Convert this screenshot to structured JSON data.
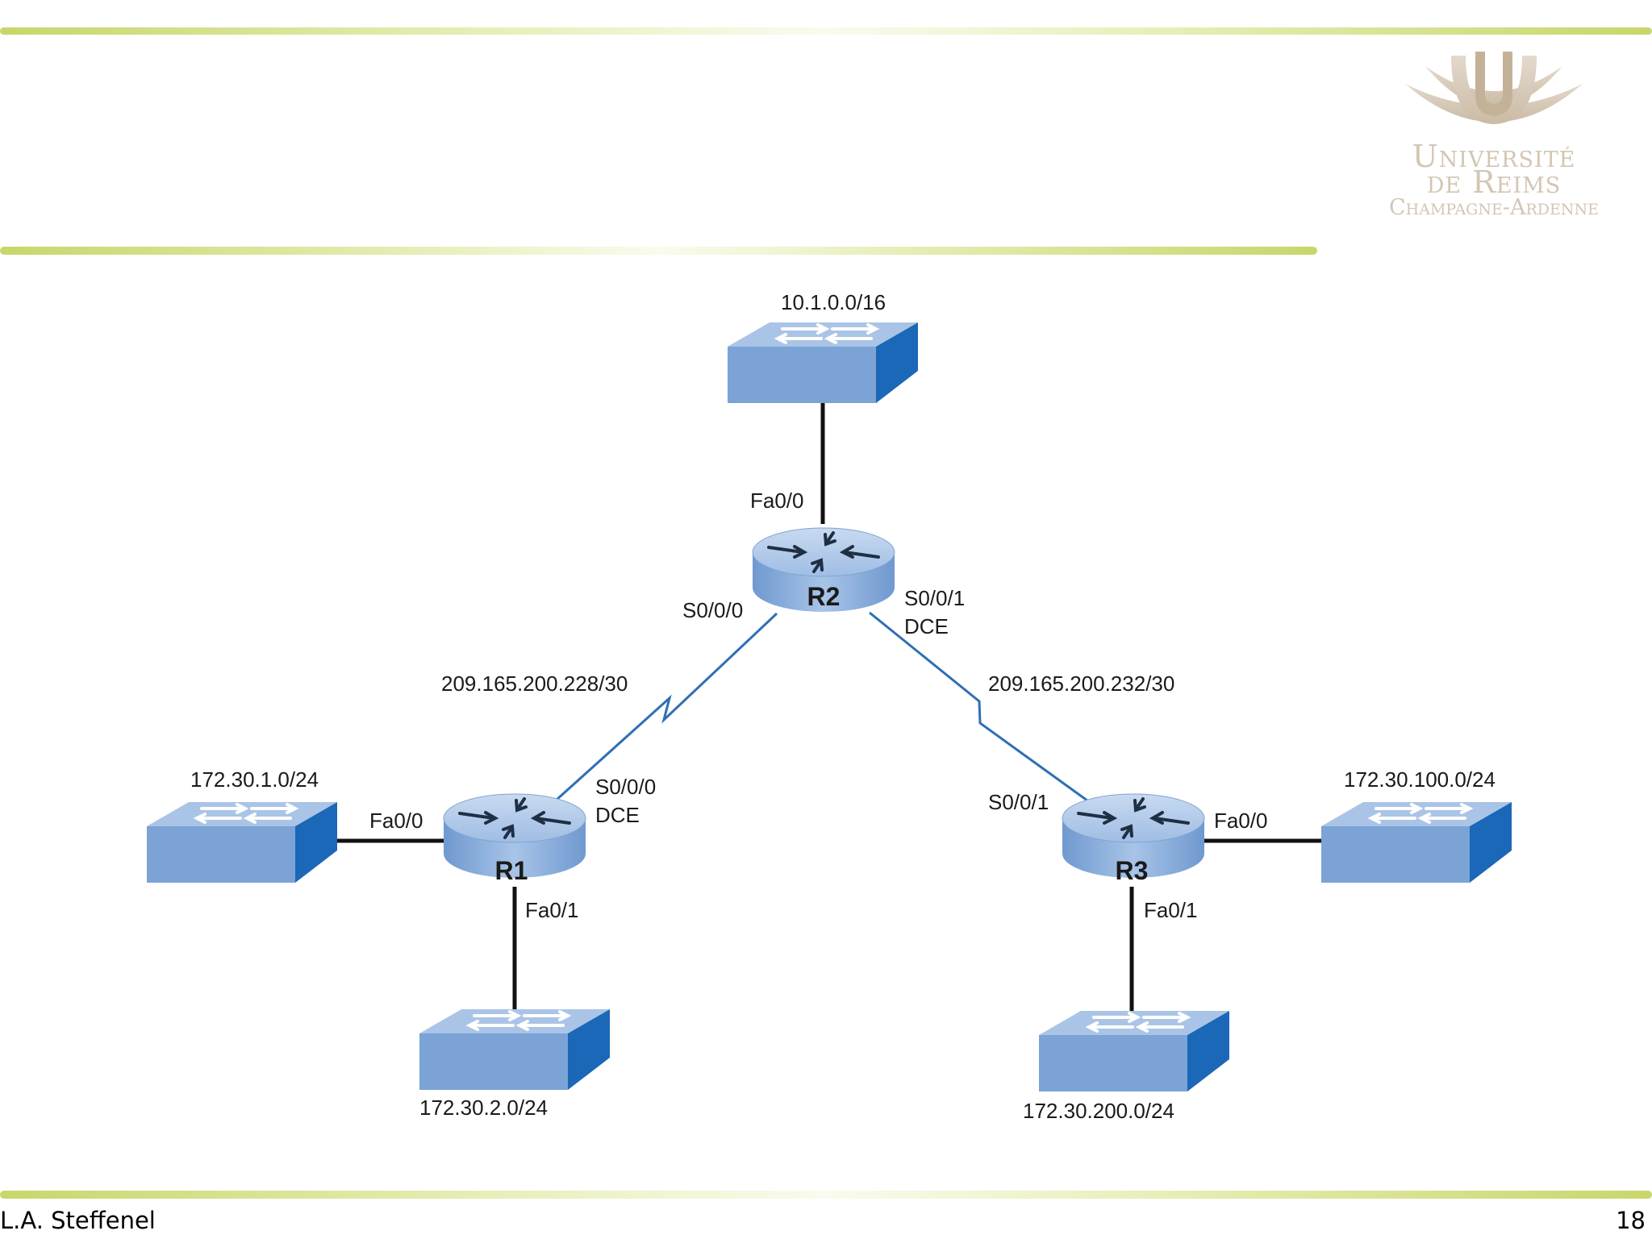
{
  "logo": {
    "line1": "Université",
    "line2": "de Reims",
    "line3": "Champagne-Ardenne"
  },
  "network": {
    "routers": [
      {
        "id": "r2",
        "name": "R2"
      },
      {
        "id": "r1",
        "name": "R1"
      },
      {
        "id": "r3",
        "name": "R3"
      }
    ],
    "networks": {
      "top": "10.1.0.0/16",
      "left": "172.30.1.0/24",
      "r1_bottom": "172.30.2.0/24",
      "right": "172.30.100.0/24",
      "r3_bottom": "172.30.200.0/24"
    },
    "links": {
      "r1_r2": "209.165.200.228/30",
      "r2_r3": "209.165.200.232/30"
    },
    "interfaces": {
      "r2_fa00": "Fa0/0",
      "r2_s000": "S0/0/0",
      "r2_s001": "S0/0/1",
      "r2_s001_dce": "DCE",
      "r1_fa00": "Fa0/0",
      "r1_s000": "S0/0/0",
      "r1_s000_dce": "DCE",
      "r1_fa01": "Fa0/1",
      "r3_s001": "S0/0/1",
      "r3_fa00": "Fa0/0",
      "r3_fa01": "Fa0/1"
    }
  },
  "colors": {
    "device_top": "#a9c4e6",
    "device_front": "#7ba3d6",
    "device_side": "#1b67b8",
    "serial_link": "#2f6fb5",
    "ethernet_link": "#111111",
    "rule": "#c9d66b",
    "logo": "#d3c6b4"
  },
  "footer": {
    "author": "L.A. Steffenel",
    "page": "18"
  }
}
